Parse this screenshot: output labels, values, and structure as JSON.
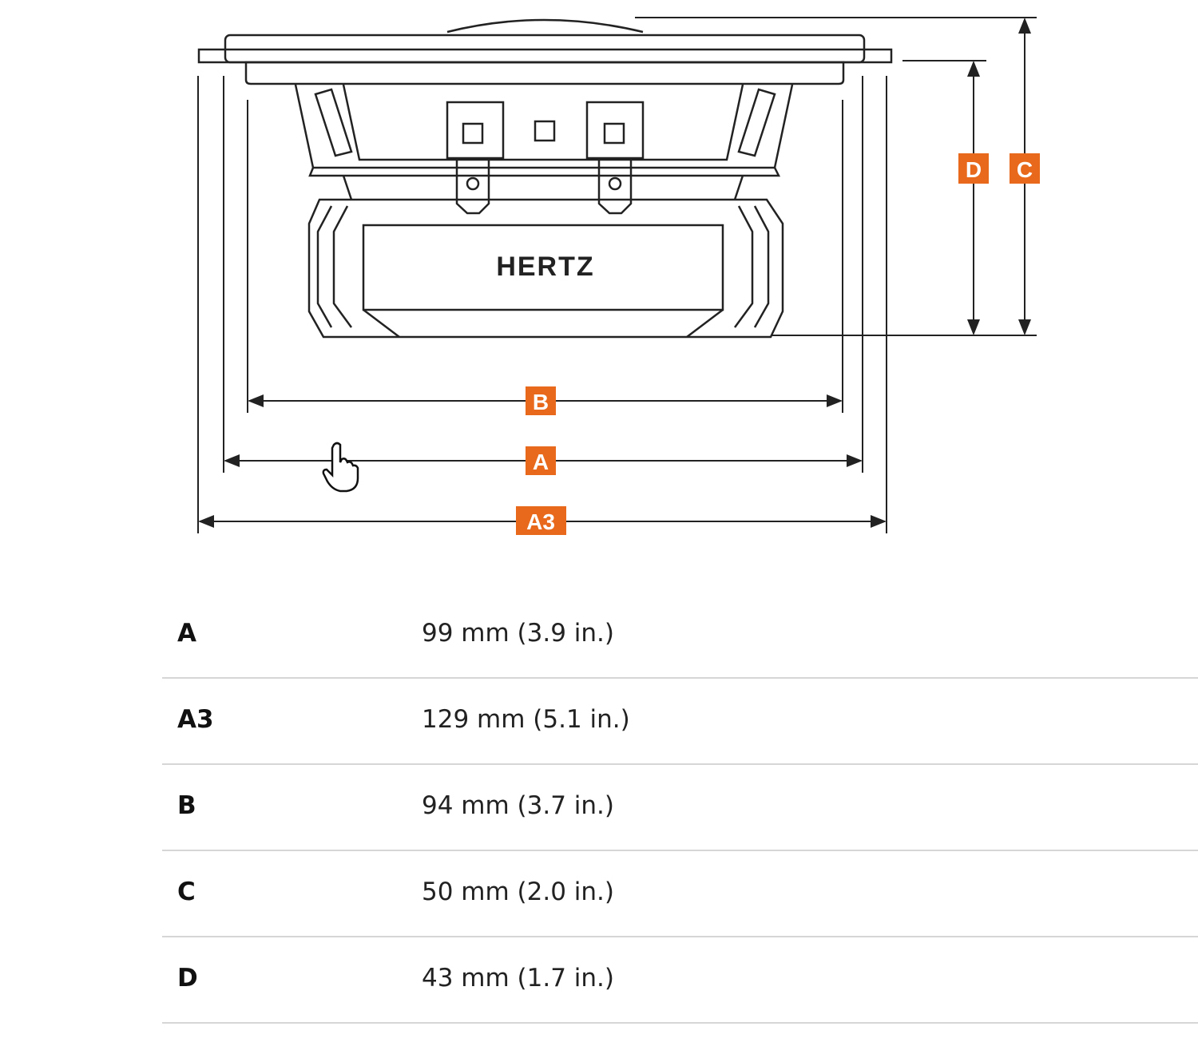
{
  "diagram": {
    "brand": "HERTZ",
    "dimension_labels": [
      "A",
      "A3",
      "B",
      "C",
      "D"
    ],
    "accent_color": "#e8691c"
  },
  "specs": [
    {
      "key": "A",
      "value": "99 mm (3.9 in.)"
    },
    {
      "key": "A3",
      "value": "129 mm (5.1 in.)"
    },
    {
      "key": "B",
      "value": "94 mm (3.7 in.)"
    },
    {
      "key": "C",
      "value": "50 mm (2.0 in.)"
    },
    {
      "key": "D",
      "value": "43 mm (1.7 in.)"
    }
  ]
}
